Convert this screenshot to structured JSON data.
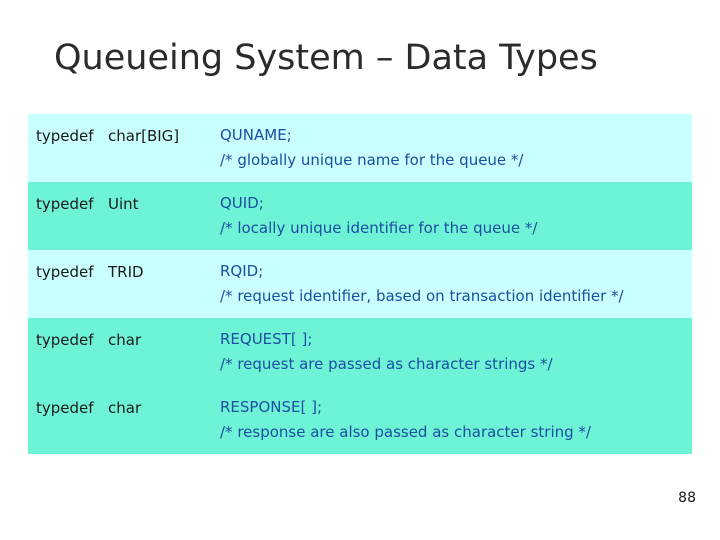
{
  "slide": {
    "title": "Queueing System – Data Types",
    "page_number": "88",
    "colors": {
      "row_light": "#c9ffff",
      "row_accent": "#6ff3d7",
      "code_text": "#1b4fa0",
      "title_text": "#2b2b2b"
    },
    "rows": [
      {
        "keyword": "typedef",
        "type": "char[BIG]",
        "identifier": "QUNAME;",
        "comment": "/* globally unique name for the queue */",
        "shade": "light"
      },
      {
        "keyword": "typedef",
        "type": "Uint",
        "identifier": "QUID;",
        "comment": "/* locally unique identifier for the queue */",
        "shade": "accent"
      },
      {
        "keyword": "typedef",
        "type": "TRID",
        "identifier": "RQID;",
        "comment": "/* request identifier, based on transaction identifier */",
        "shade": "light"
      },
      {
        "keyword": "typedef",
        "type": "char",
        "identifier": "REQUEST[ ];",
        "comment": "/* request are passed as character strings */",
        "shade": "accent"
      },
      {
        "keyword": "typedef",
        "type": "char",
        "identifier": "RESPONSE[ ];",
        "comment": "/* response are also passed as character string */",
        "shade": "accent"
      }
    ]
  }
}
